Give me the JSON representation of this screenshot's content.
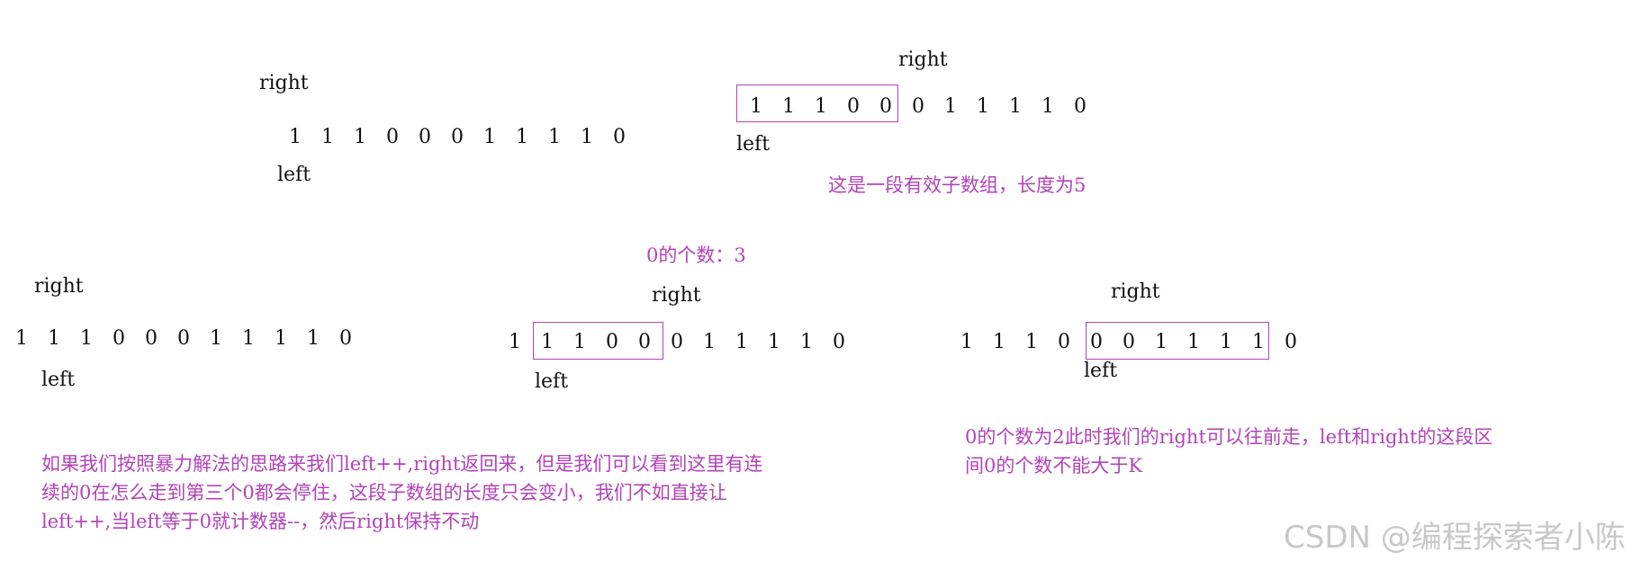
{
  "labels": {
    "right": "right",
    "left": "left"
  },
  "diagram1": {
    "digits": [
      "1",
      "1",
      "1",
      "0",
      "0",
      "0",
      "1",
      "1",
      "1",
      "1",
      "0"
    ]
  },
  "diagram2": {
    "digits": [
      "1",
      "1",
      "1",
      "0",
      "0",
      "0",
      "1",
      "1",
      "1",
      "1",
      "0"
    ],
    "note": "这是一段有效子数组，长度为5"
  },
  "diagram3": {
    "digits": [
      "1",
      "1",
      "1",
      "0",
      "0",
      "0",
      "1",
      "1",
      "1",
      "1",
      "0"
    ]
  },
  "diagram4": {
    "digits": [
      "1",
      "1",
      "1",
      "0",
      "0",
      "0",
      "1",
      "1",
      "1",
      "1",
      "0"
    ],
    "zero_count": "0的个数：3"
  },
  "diagram5": {
    "digits": [
      "1",
      "1",
      "1",
      "0",
      "0",
      "0",
      "1",
      "1",
      "1",
      "1",
      "0"
    ]
  },
  "note_left": {
    "line1": "如果我们按照暴力解法的思路来我们left++,right返回来，但是我们可以看到这里有连",
    "line2": "续的0在怎么走到第三个0都会停住，这段子数组的长度只会变小，我们不如直接让",
    "line3": "left++,当left等于0就计数器--，然后right保持不动"
  },
  "note_right": {
    "line1": "0的个数为2此时我们的right可以往前走，left和right的这段区",
    "line2": "间0的个数不能大于K"
  },
  "watermark": "CSDN @编程探索者小陈",
  "colors": {
    "accent": "#b243b8",
    "text": "#111111",
    "watermark": "#c8c8c8"
  }
}
